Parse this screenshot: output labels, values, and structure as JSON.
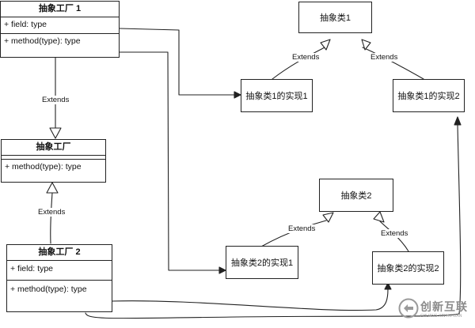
{
  "factory1": {
    "title": "抽象工厂 1",
    "field": "+ field: type",
    "method": "+ method(type): type"
  },
  "factory_base": {
    "title": "抽象工厂",
    "method": "+ method(type): type"
  },
  "factory2": {
    "title": "抽象工厂 2",
    "field": "+ field: type",
    "method": "+ method(type): type"
  },
  "products": {
    "class1": "抽象类1",
    "impl1_1": "抽象类1的实现1",
    "impl1_2": "抽象类1的实现2",
    "class2": "抽象类2",
    "impl2_1": "抽象类2的实现1",
    "impl2_2": "抽象类2的实现2"
  },
  "edge_labels": {
    "f1_to_base": "Extends",
    "f2_to_base": "Extends",
    "i11_to_c1": "Extends",
    "i12_to_c1": "Extends",
    "i21_to_c2": "Extends",
    "i22_to_c2": "Extends"
  },
  "watermark": {
    "brand": "创新互联",
    "sub": "CHUANG XIN HU LIAN",
    "icon": "brand-logo-icon"
  }
}
